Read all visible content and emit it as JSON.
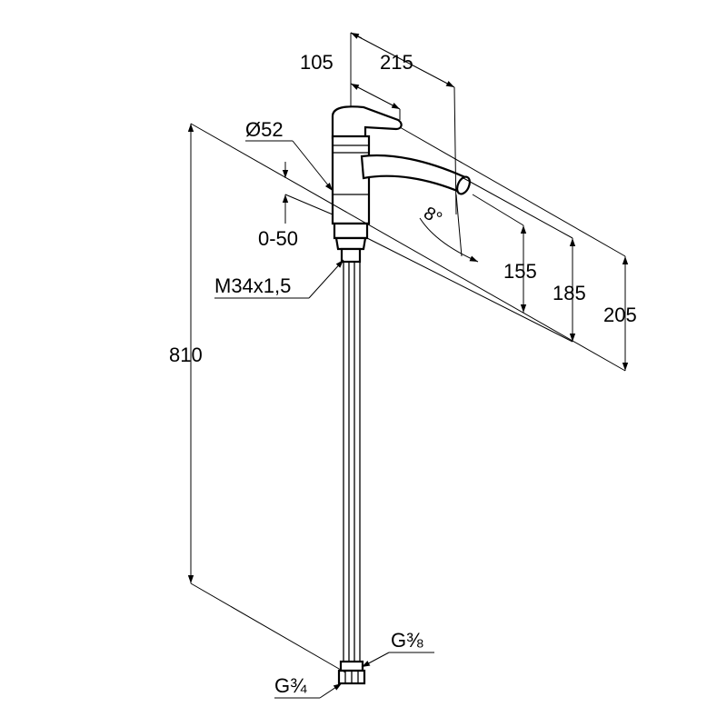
{
  "dimensions": {
    "d105": "105",
    "d215": "215",
    "dia": "Ø52",
    "adj": "0-50",
    "thread": "M34x1,5",
    "d810": "810",
    "d155": "155",
    "d185": "185",
    "d205": "205",
    "angle": "8°",
    "g38": "G⅜",
    "g34": "G¾"
  }
}
